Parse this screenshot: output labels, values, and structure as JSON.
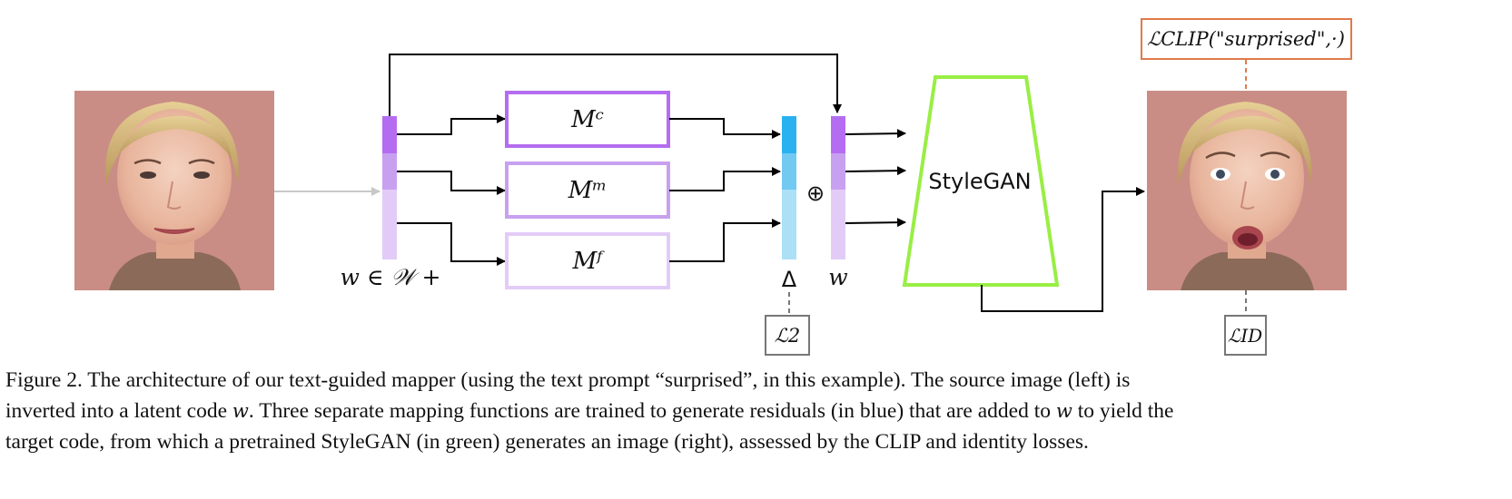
{
  "colors": {
    "purple_dark": "#b46df0",
    "purple_mid": "#c8a0f0",
    "purple_light": "#e2ccf7",
    "blue_dark": "#2ab2f0",
    "blue_mid": "#72c9f2",
    "blue_light": "#ace0f7",
    "stylegan_green": "#99ee44",
    "clip_orange": "#e07a4a",
    "gray_box": "#777777",
    "face_bg": "#c98d86"
  },
  "labels": {
    "latent_space": "w ∈ 𝒲 +",
    "mapper_coarse": "Mᶜ",
    "mapper_medium": "Mᵐ",
    "mapper_fine": "Mᶠ",
    "delta": "Δ",
    "oplus": "⊕",
    "w": "w",
    "stylegan": "StyleGAN",
    "clip_loss": "ℒCLIP(\"surprised\",·)",
    "l2_loss": "ℒ2",
    "id_loss": "ℒID"
  },
  "images": {
    "source_face": "source-face-image",
    "result_face": "surprised-face-image"
  },
  "caption": {
    "line1": "Figure 2. The architecture of our text-guided mapper (using the text prompt “surprised”, in this example).  The source image (left) is",
    "line2a": "inverted into a latent code ",
    "line2b": ". Three separate mapping functions are trained to generate residuals (in blue) that are added to ",
    "line2c": " to yield the",
    "line3": "target code, from which a pretrained StyleGAN (in green) generates an image (right), assessed by the CLIP and identity losses.",
    "w_symbol": "w"
  }
}
